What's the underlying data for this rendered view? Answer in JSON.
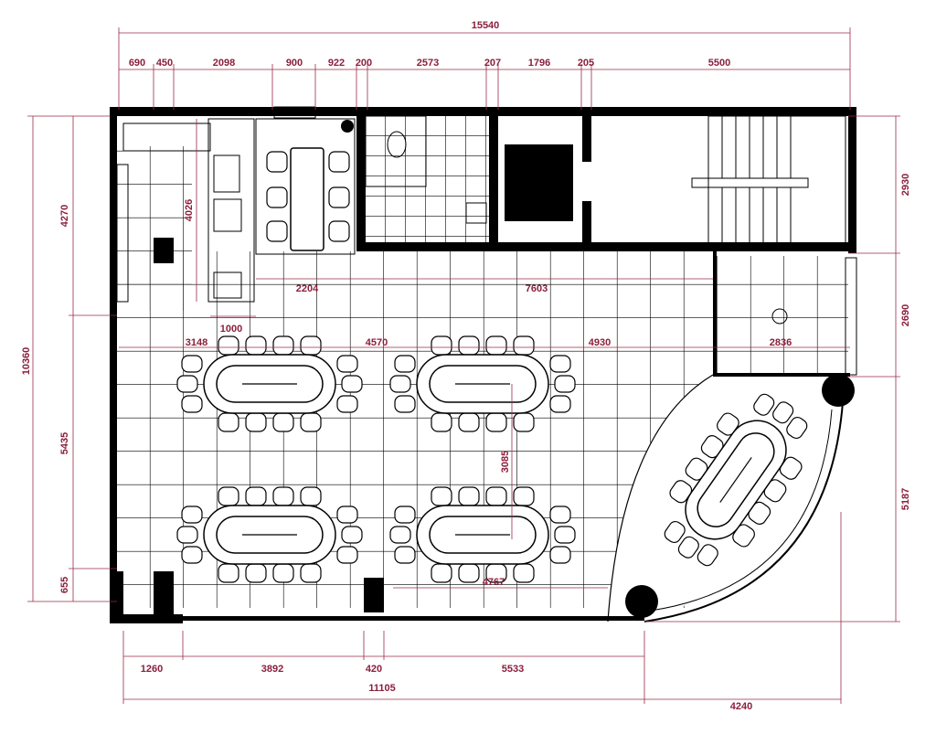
{
  "plan": {
    "overall_width": "15540",
    "top_dims": [
      "690",
      "450",
      "2098",
      "900",
      "922",
      "200",
      "2573",
      "207",
      "1796",
      "205",
      "5500"
    ],
    "left_dims": [
      "4270",
      "10360",
      "5435",
      "655"
    ],
    "right_dims": [
      "2930",
      "2690",
      "5187"
    ],
    "bottom_dims": [
      "1260",
      "3892",
      "420",
      "5533"
    ],
    "bottom_total": "11105",
    "bottom_curve": "4240",
    "interior_dims": {
      "kitchen_depth": "4026",
      "d2204": "2204",
      "d7603": "7603",
      "d1000": "1000",
      "d3148": "3148",
      "d4570": "4570",
      "d4930": "4930",
      "d2836": "2836",
      "d3085": "3085",
      "d4767": "4767"
    },
    "dimension_color": "#8a1f3c"
  }
}
